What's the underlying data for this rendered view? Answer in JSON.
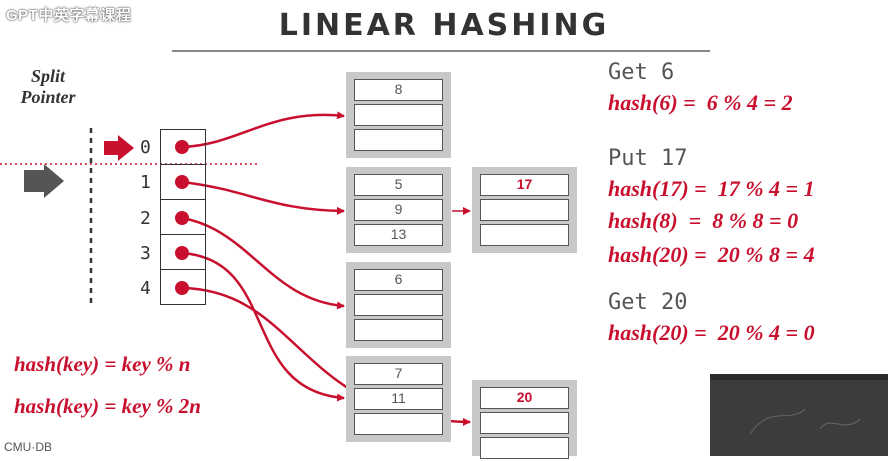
{
  "watermark": "GPT中英字幕课程",
  "title": "LINEAR HASHING",
  "split_pointer_label": [
    "Split",
    "Pointer"
  ],
  "directory": [
    "0",
    "1",
    "2",
    "3",
    "4"
  ],
  "pages": [
    [
      "8",
      "",
      ""
    ],
    [
      "5",
      "9",
      "13"
    ],
    [
      "6",
      "",
      ""
    ],
    [
      "7",
      "11",
      ""
    ]
  ],
  "overflow_pages": [
    [
      "17",
      "",
      ""
    ],
    [
      "20",
      "",
      ""
    ]
  ],
  "formulas": [
    "hash(key) = key % n",
    "hash(key) = key % 2n"
  ],
  "operations": [
    {
      "header": "Get 6",
      "lines": [
        "hash(6) =  6 % 4 = 2"
      ]
    },
    {
      "header": "Put 17",
      "lines": [
        "hash(17) =  17 % 4 = 1",
        "hash(8)  =  8 % 8 = 0",
        "hash(20) =  20 % 8 = 4"
      ]
    },
    {
      "header": "Get 20",
      "lines": [
        "hash(20) =  20 % 4 = 0"
      ]
    }
  ],
  "footer": "CMU·DB",
  "colors": {
    "accent": "#c8102e",
    "text": "#333333",
    "page_gray": "#c8c8c8"
  }
}
